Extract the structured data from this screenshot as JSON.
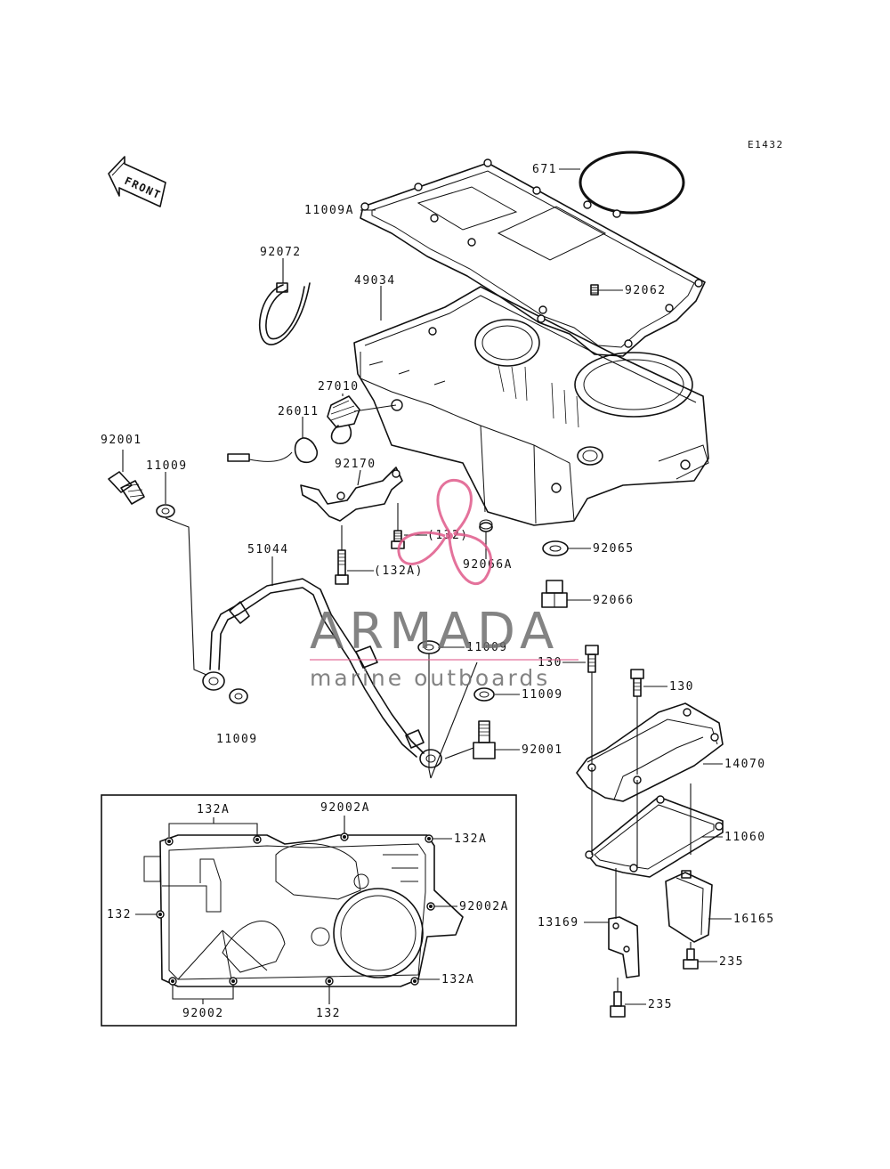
{
  "diagram_code": "E1432",
  "front_label": "FRONT",
  "watermark": {
    "brand": "ARMADA",
    "tagline": "marine outboards",
    "brand_color": "#6e6e6e",
    "accent_color": "#e05a8a"
  },
  "colors": {
    "line": "#111111",
    "background": "#ffffff"
  },
  "labels": {
    "p671": "671",
    "p11009A": "11009A",
    "p92072": "92072",
    "p49034": "49034",
    "p92062": "92062",
    "p27010": "27010",
    "p26011": "26011",
    "p92001a": "92001",
    "p11009a": "11009",
    "p92170": "92170",
    "p132": "(132)",
    "p132Aparen": "(132A)",
    "p92066A": "92066A",
    "p92065": "92065",
    "p51044": "51044",
    "p92066": "92066",
    "p11009b": "11009",
    "p130a": "130",
    "p130b": "130",
    "p11009c": "11009",
    "p11009d": "11009",
    "p92001b": "92001",
    "p14070": "14070",
    "p11060": "11060",
    "p16165": "16165",
    "p13169": "13169",
    "p235a": "235",
    "p235b": "235"
  },
  "inset": {
    "l132A_top": "132A",
    "l92002A_top": "92002A",
    "l132A_right": "132A",
    "l132_left": "132",
    "l92002A_right": "92002A",
    "l132A_bottom": "132A",
    "l92002_bottom": "92002",
    "l132_bottom": "132"
  }
}
